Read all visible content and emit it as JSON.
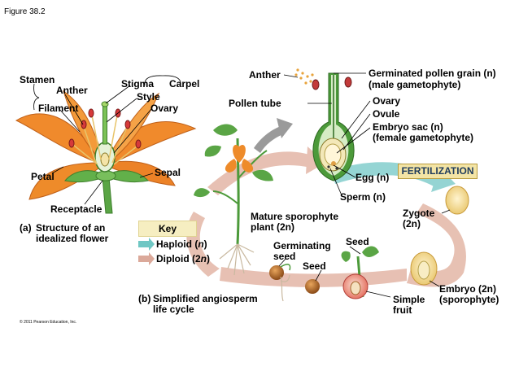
{
  "figure_title": "Figure 38.2",
  "copyright": "© 2011 Pearson Education, Inc.",
  "panel_a": {
    "letter": "(a)",
    "caption_line1": "Structure of an",
    "caption_line2": "idealized flower",
    "labels": {
      "stamen": "Stamen",
      "anther": "Anther",
      "filament": "Filament",
      "stigma": "Stigma",
      "carpel": "Carpel",
      "style": "Style",
      "ovary": "Ovary",
      "petal": "Petal",
      "sepal": "Sepal",
      "receptacle": "Receptacle"
    }
  },
  "key": {
    "title": "Key",
    "haploid_prefix": "Haploid (",
    "haploid_n": "n",
    "haploid_suffix": ")",
    "diploid_prefix": "Diploid (2",
    "diploid_n": "n",
    "diploid_suffix": ")"
  },
  "panel_b": {
    "letter": "(b)",
    "caption_line1": "Simplified angiosperm",
    "caption_line2": "life cycle",
    "labels": {
      "anther": "Anther",
      "germinated_line1": "Germinated pollen grain (n)",
      "germinated_line2": "(male gametophyte)",
      "pollen_tube": "Pollen tube",
      "ovary": "Ovary",
      "ovule": "Ovule",
      "embryo_sac_line1": "Embryo sac (n)",
      "embryo_sac_line2": "(female gametophyte)",
      "fertilization": "FERTILIZATION",
      "egg": "Egg (n)",
      "sperm": "Sperm (n)",
      "zygote_line1": "Zygote",
      "zygote_line2": "(2n)",
      "mature_line1": "Mature sporophyte",
      "mature_line2": "plant (2n)",
      "germinating_line1": "Germinating",
      "germinating_line2": "seed",
      "seed_left": "Seed",
      "seed_right": "Seed",
      "embryo_line1": "Embryo (2n)",
      "embryo_line2": "(sporophyte)",
      "simple_line1": "Simple",
      "simple_line2": "fruit"
    }
  },
  "colors": {
    "haploid": "#6fc7c4",
    "diploid": "#dba99a",
    "petal": "#ee8b2a",
    "stem_green": "#4c9a3a",
    "ovule_yellow": "#f4e4a8",
    "seed_brown": "#b06a2a"
  }
}
